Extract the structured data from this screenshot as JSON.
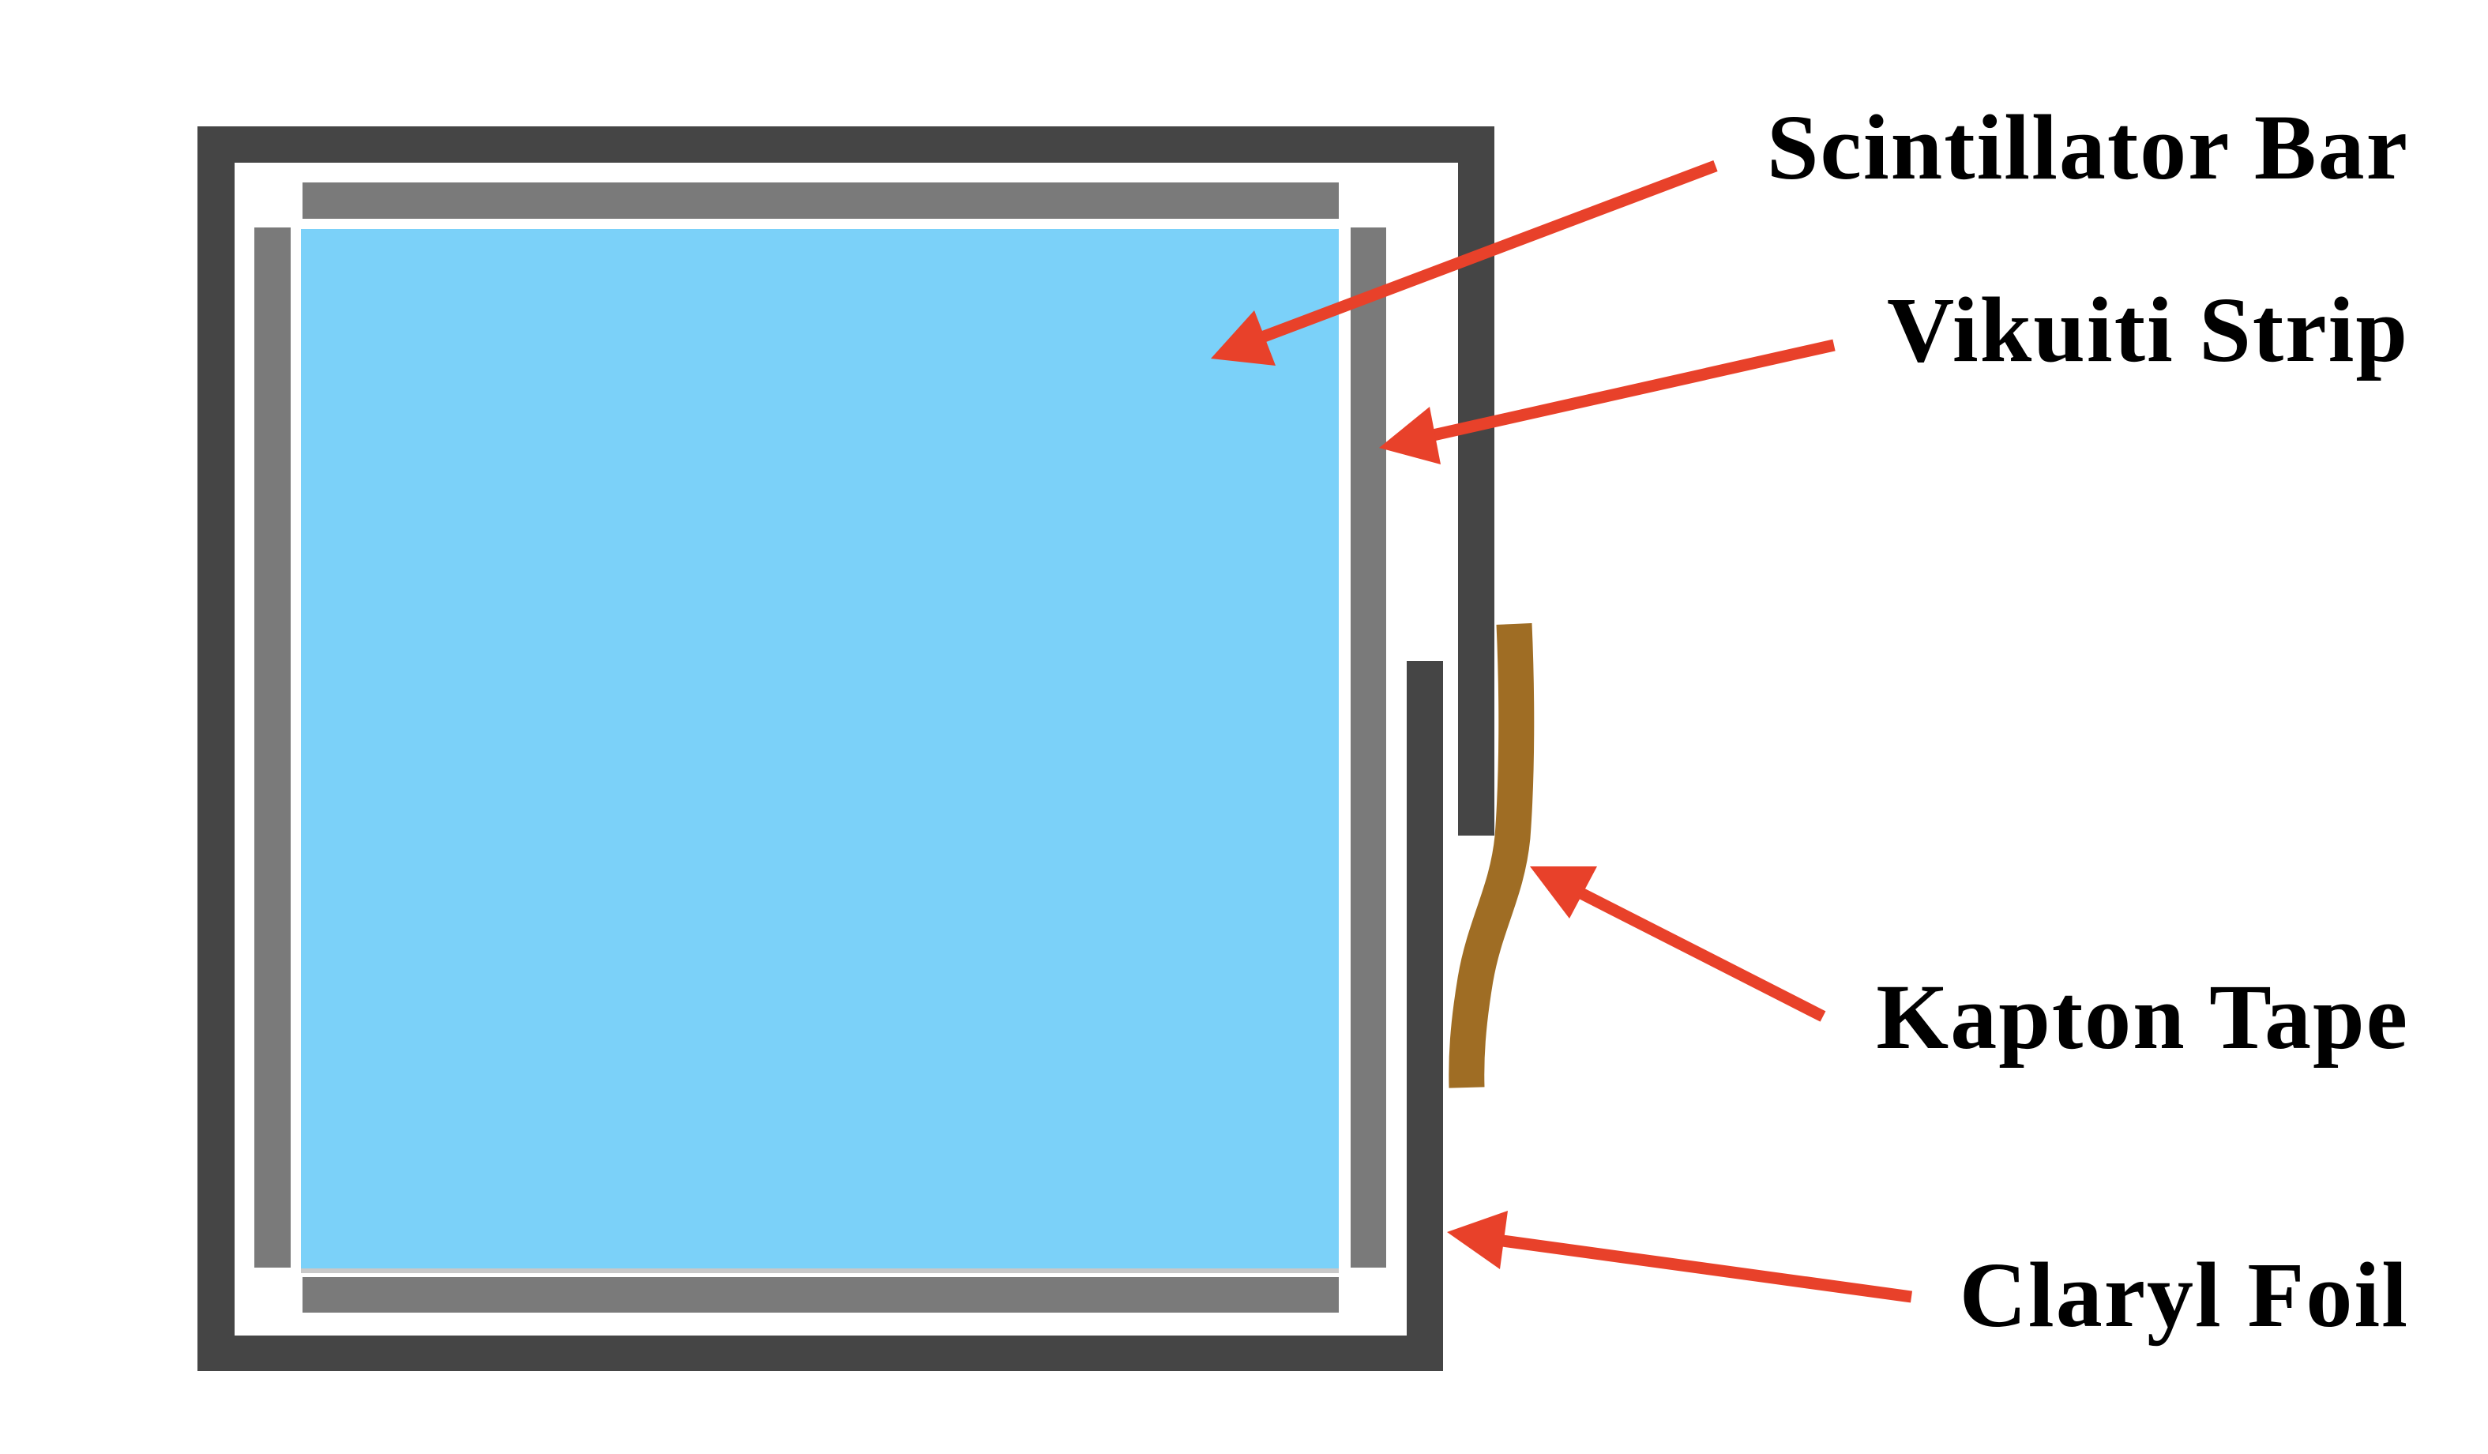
{
  "diagram": {
    "type": "cross-section",
    "background": "#ffffff",
    "colors": {
      "claryl_foil": "#454545",
      "vikuiti_strip": "#7a7a7a",
      "scintillator_bar": "#7bd1f9",
      "scintillator_edge": "#c8c8c8",
      "kapton_tape": "#9f6d24",
      "arrow": "#e8412a",
      "label_text": "#000000"
    },
    "labels": {
      "scintillator_bar": "Scintillator Bar",
      "vikuiti_strip": "Vikuiti Strip",
      "kapton_tape": "Kapton Tape",
      "claryl_foil": "Claryl Foil"
    },
    "annotations": [
      {
        "label": "Scintillator Bar",
        "points_to": "scintillator-bar"
      },
      {
        "label": "Vikuiti Strip",
        "points_to": "vikuiti-strip-right"
      },
      {
        "label": "Kapton Tape",
        "points_to": "kapton-tape"
      },
      {
        "label": "Claryl Foil",
        "points_to": "claryl-foil-inner-flap"
      }
    ]
  }
}
